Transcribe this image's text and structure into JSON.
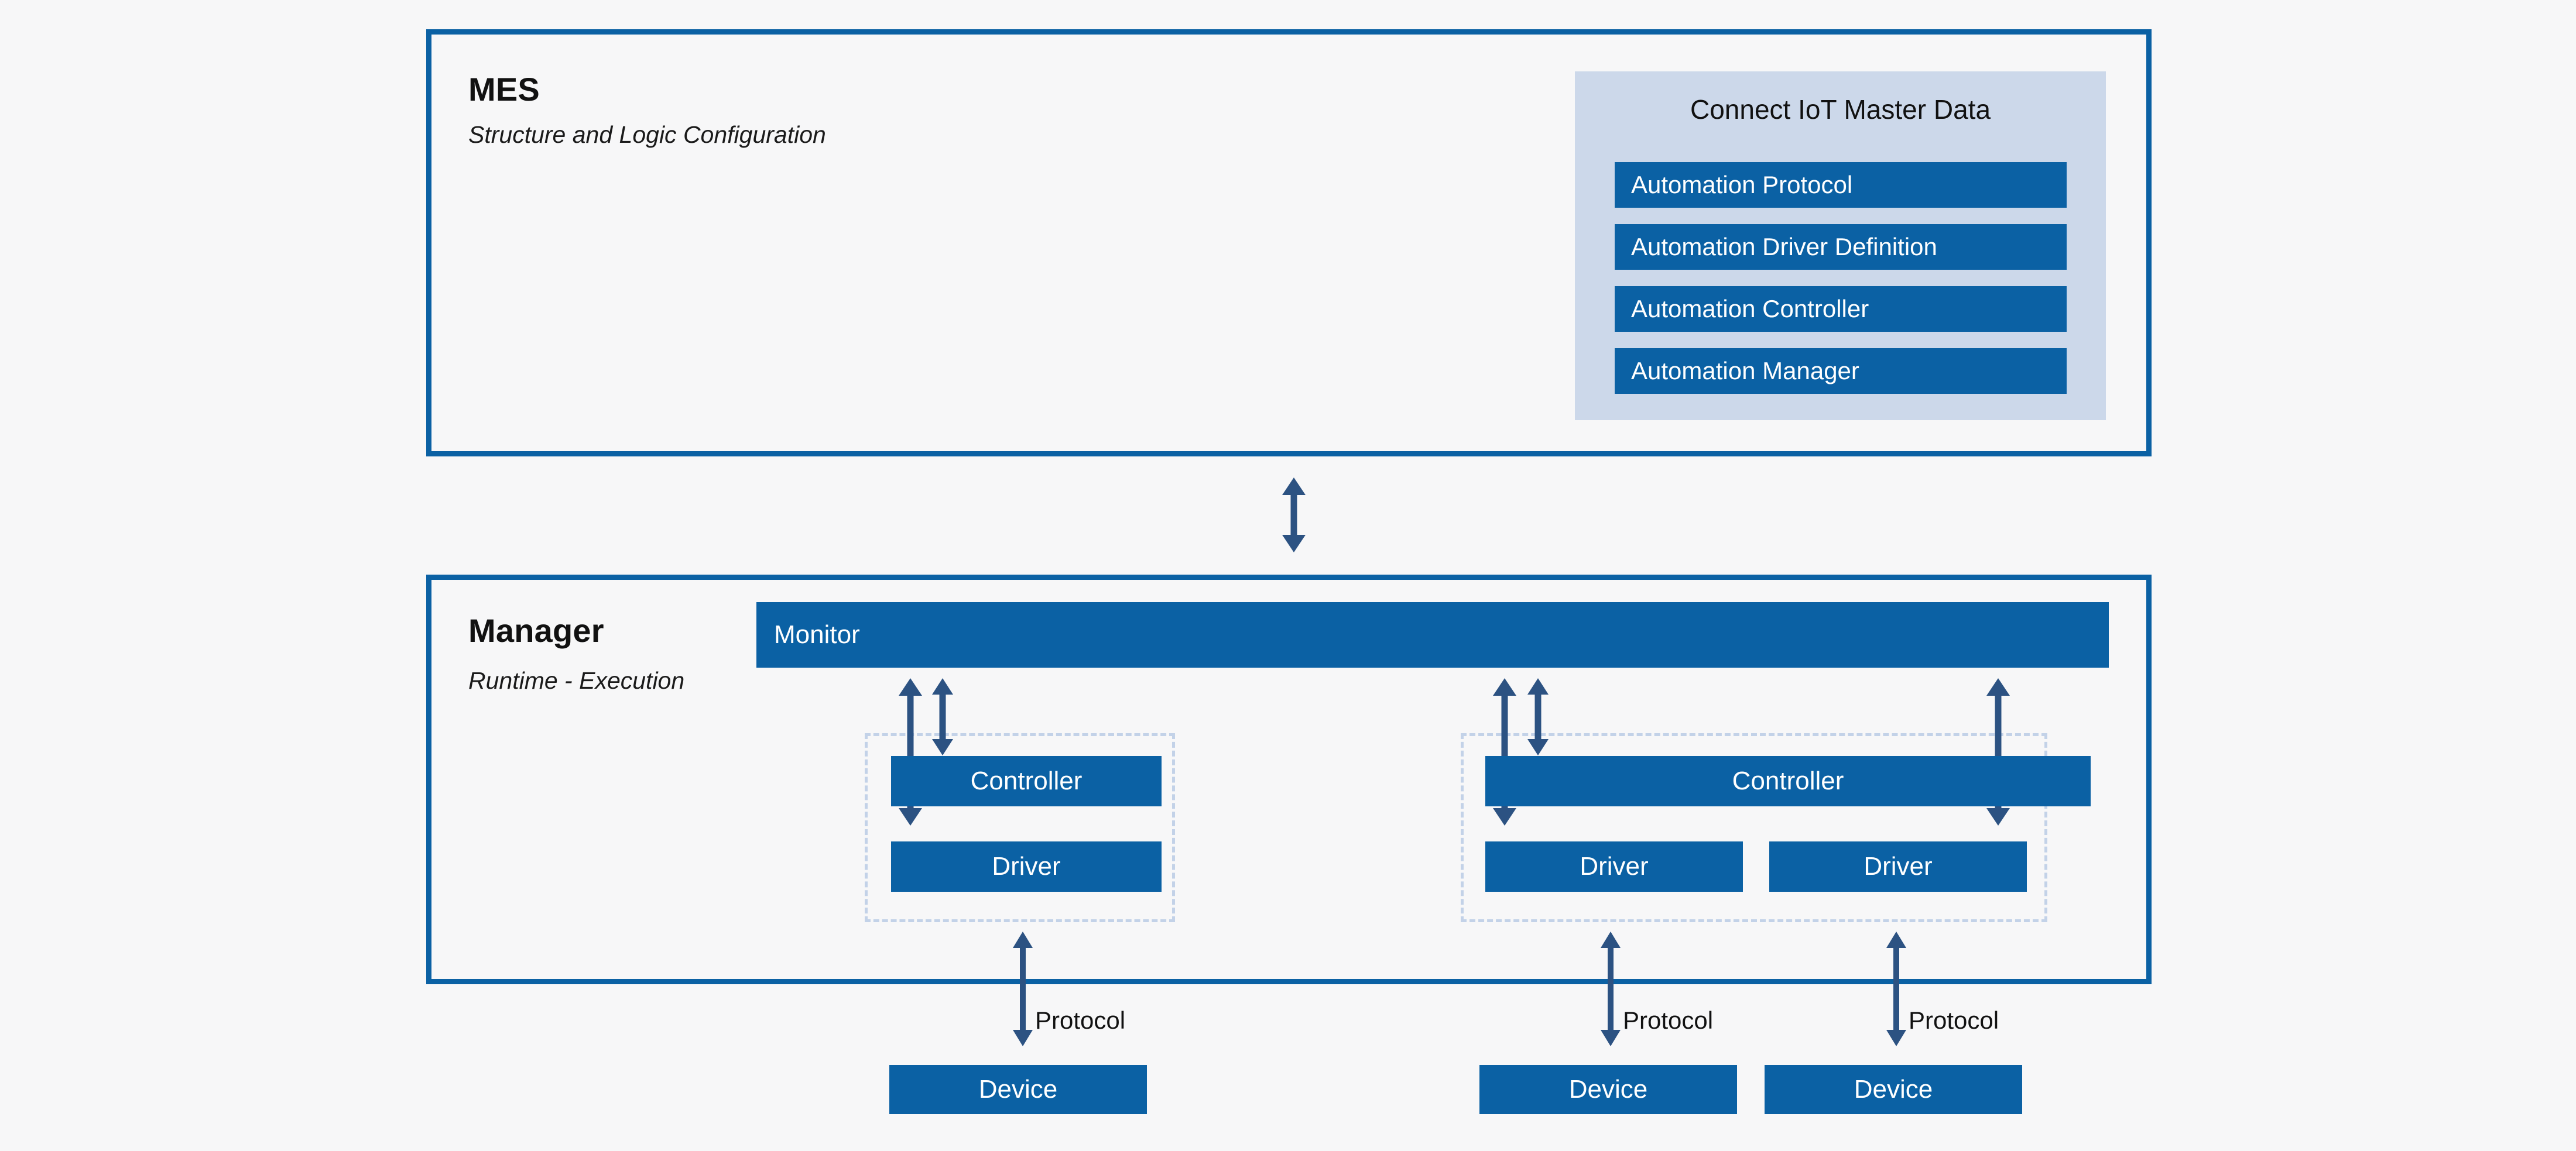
{
  "colors": {
    "accent_blue": "#0b61a4",
    "arrow_navy": "#2c5282",
    "panel_bg": "#ccd8ea",
    "dashed_border": "#c3d2e8",
    "page_bg": "#f7f7f8",
    "bar_text": "#ffffff"
  },
  "mes": {
    "title": "MES",
    "subtitle": "Structure and Logic Configuration",
    "master_data": {
      "title": "Connect IoT Master Data",
      "items": [
        {
          "label": "Automation Protocol"
        },
        {
          "label": "Automation Driver Definition"
        },
        {
          "label": "Automation Controller"
        },
        {
          "label": "Automation Manager"
        }
      ]
    }
  },
  "manager": {
    "title": "Manager",
    "subtitle": "Runtime - Execution",
    "monitor": {
      "label": "Monitor"
    },
    "groups": [
      {
        "name": "left-group",
        "controller": {
          "label": "Controller"
        },
        "drivers": [
          {
            "label": "Driver"
          }
        ]
      },
      {
        "name": "right-group",
        "controller": {
          "label": "Controller"
        },
        "drivers": [
          {
            "label": "Driver"
          },
          {
            "label": "Driver"
          }
        ]
      }
    ]
  },
  "protocol_links": [
    {
      "label": "Protocol"
    },
    {
      "label": "Protocol"
    },
    {
      "label": "Protocol"
    }
  ],
  "devices": [
    {
      "label": "Device"
    },
    {
      "label": "Device"
    },
    {
      "label": "Device"
    }
  ]
}
